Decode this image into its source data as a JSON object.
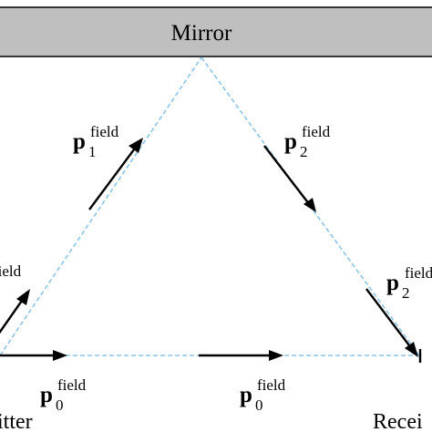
{
  "mirror": {
    "label": "Mirror"
  },
  "vectors": [
    {
      "id": "p1-field",
      "symbol": "p",
      "subscript": "1",
      "superscript": "field"
    },
    {
      "id": "p2-field",
      "symbol": "p",
      "subscript": "2",
      "superscript": "field"
    },
    {
      "id": "p2-field-right",
      "symbol": "p",
      "subscript": "2",
      "superscript": "field"
    },
    {
      "id": "p0-field-left",
      "symbol": "p",
      "subscript": "0",
      "superscript": "field"
    },
    {
      "id": "p0-field-right",
      "symbol": "p",
      "subscript": "0",
      "superscript": "field"
    },
    {
      "id": "partial-left-label",
      "symbol": "",
      "subscript": "",
      "superscript": "field"
    }
  ],
  "endpoints": {
    "transmitter_label": "itter",
    "receiver_label": "Recei"
  },
  "colors": {
    "path": "#8ec4e6",
    "mirror_fill": "#bfbfbf",
    "vector": "#000000"
  }
}
